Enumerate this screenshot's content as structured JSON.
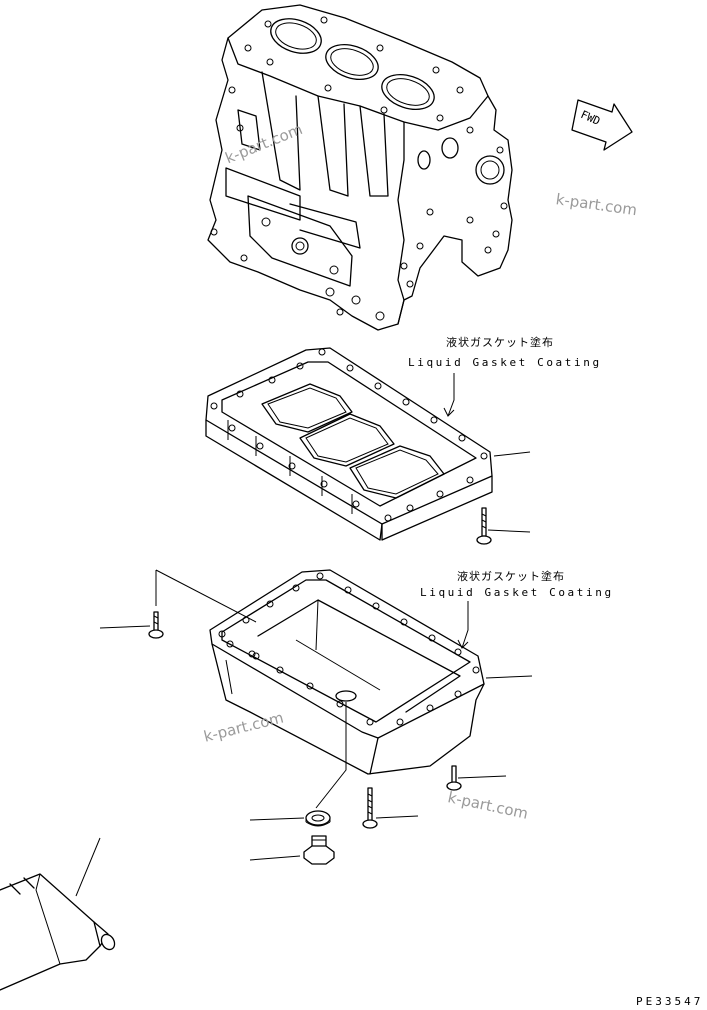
{
  "annotations": [
    {
      "jp": "液状ガスケット塗布",
      "en": "Liquid Gasket Coating"
    },
    {
      "jp": "液状ガスケット塗布",
      "en": "Liquid Gasket Coating"
    }
  ],
  "direction_label": "FWD",
  "watermark": "k-part.com",
  "drawing_code": "PE33547"
}
